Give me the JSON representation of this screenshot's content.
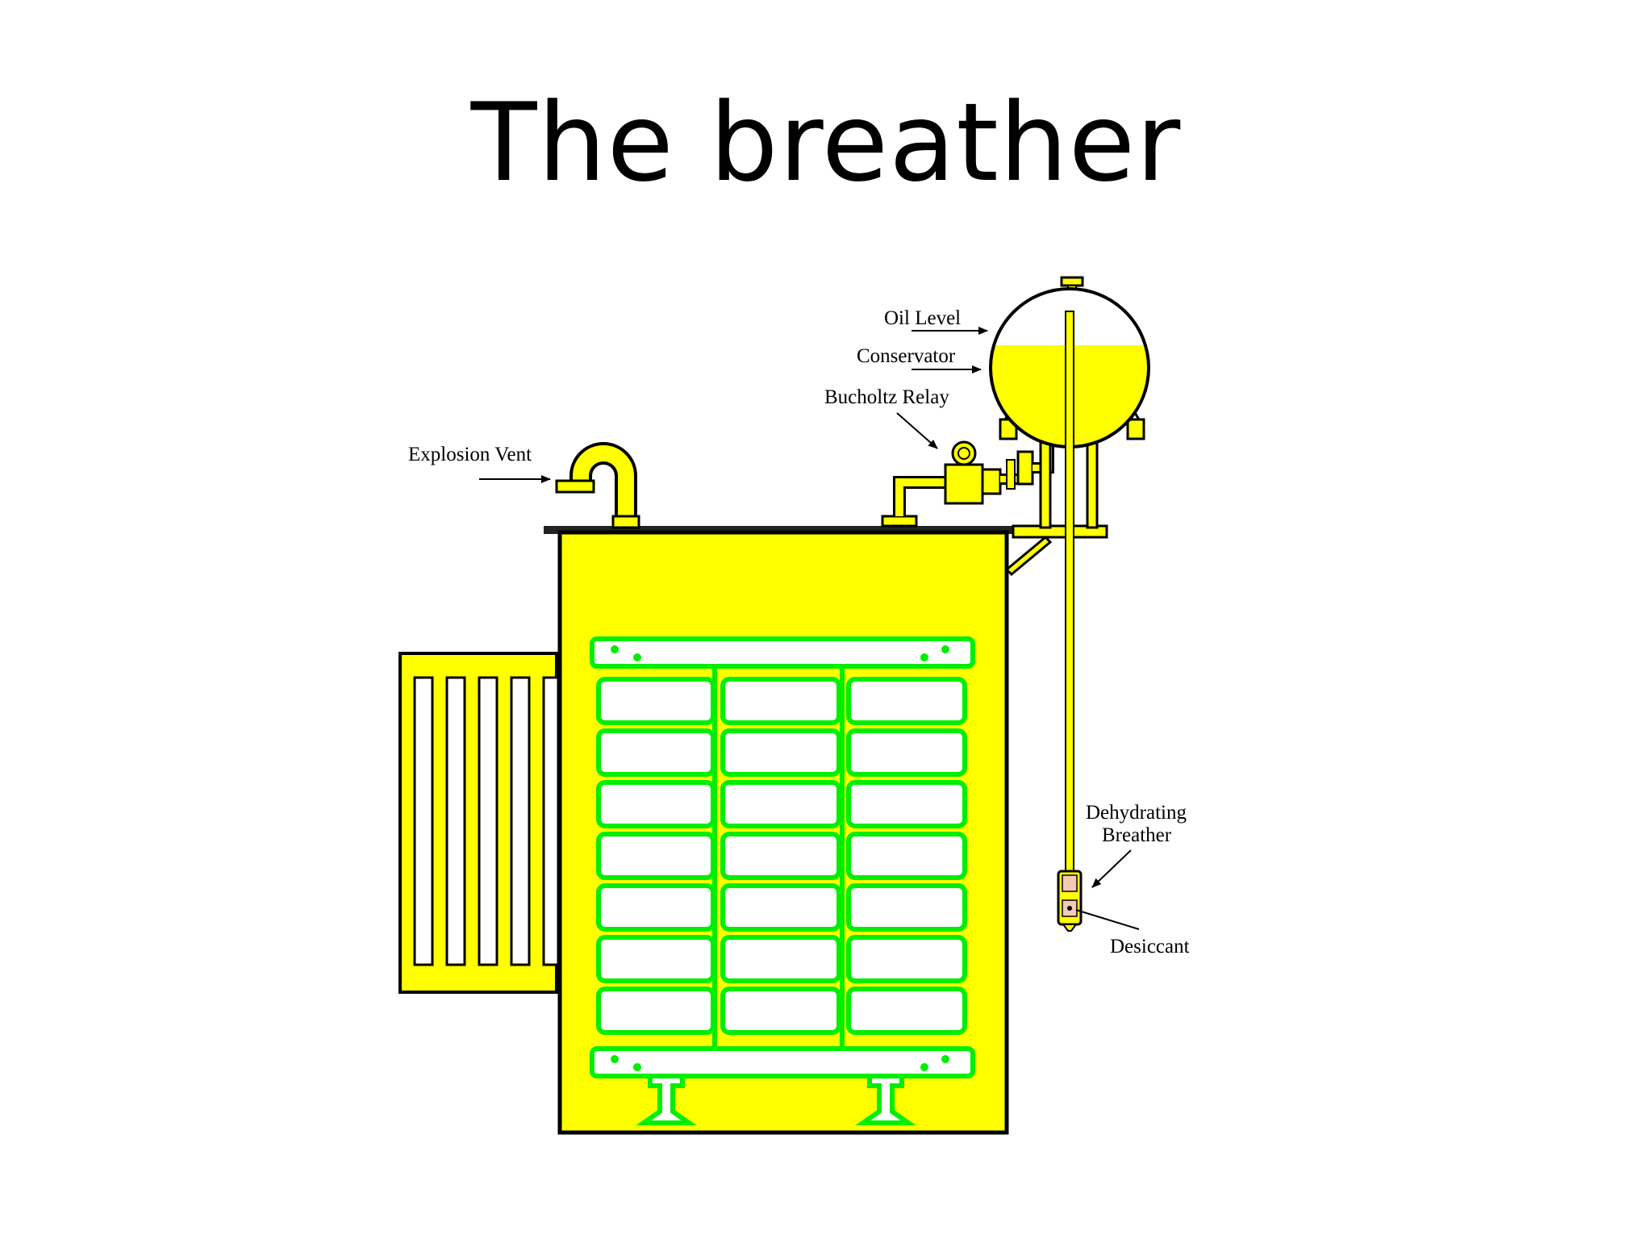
{
  "slide": {
    "title": "The breather"
  },
  "diagram": {
    "labels": {
      "oil_level": "Oil Level",
      "conservator": "Conservator",
      "bucholtz_relay": "Bucholtz Relay",
      "explosion_vent": "Explosion Vent",
      "dehydrating_breather_line1": "Dehydrating",
      "dehydrating_breather_line2": "Breather",
      "desiccant": "Desiccant"
    },
    "colors": {
      "tank": "#ffff00",
      "outline": "#000000",
      "core": "#00ee00",
      "desiccant": "#f4c9b8",
      "background": "#ffffff"
    }
  }
}
